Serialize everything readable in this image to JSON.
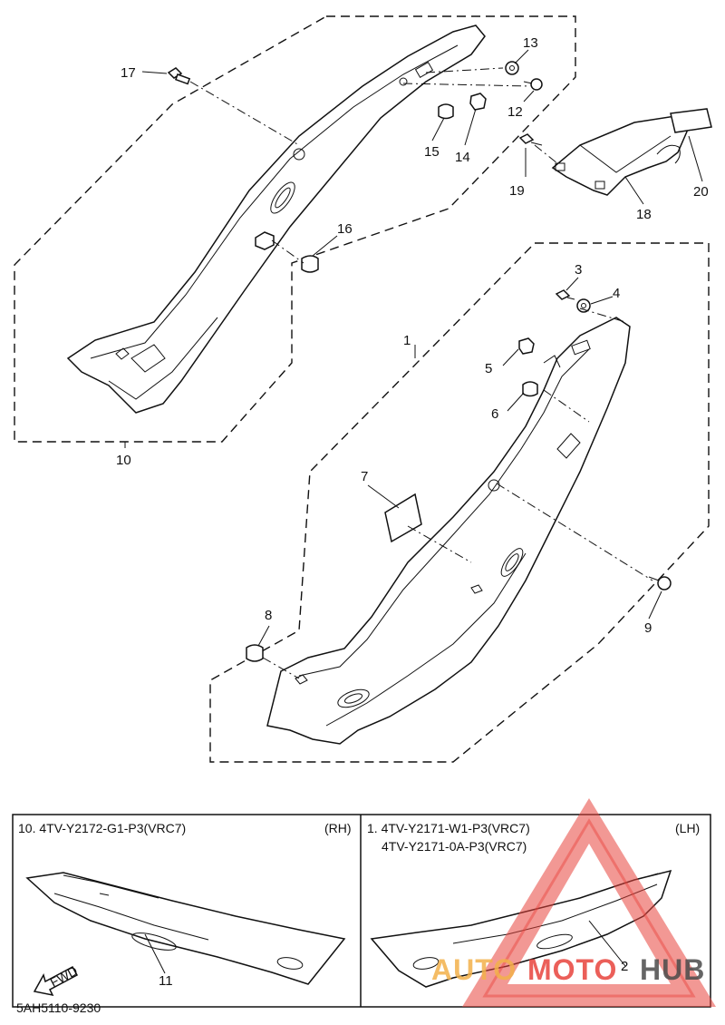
{
  "callouts": {
    "c1": "1",
    "c3": "3",
    "c4": "4",
    "c5": "5",
    "c6": "6",
    "c7": "7",
    "c8": "8",
    "c9": "9",
    "c10": "10",
    "c11": "11",
    "c12": "12",
    "c13": "13",
    "c14": "14",
    "c15": "15",
    "c16": "16",
    "c17": "17",
    "c18": "18",
    "c19": "19",
    "c20": "20",
    "c2": "2"
  },
  "legend_rh": {
    "part": "10. 4TV-Y2172-G1-P3(VRC7)",
    "side": "(RH)"
  },
  "legend_lh": {
    "part_line1": "1. 4TV-Y2171-W1-P3(VRC7)",
    "part_line2": "4TV-Y2171-0A-P3(VRC7)",
    "side": "(LH)"
  },
  "fwd_label": "FWD",
  "diagram_code": "5AH5110-9230",
  "watermark": {
    "word1": "AUTO",
    "word2": "MOTO",
    "word3": "HUB",
    "color_primary": "#e8433c",
    "color_secondary": "#f2b04a",
    "color_dark": "#4a4a4a"
  }
}
